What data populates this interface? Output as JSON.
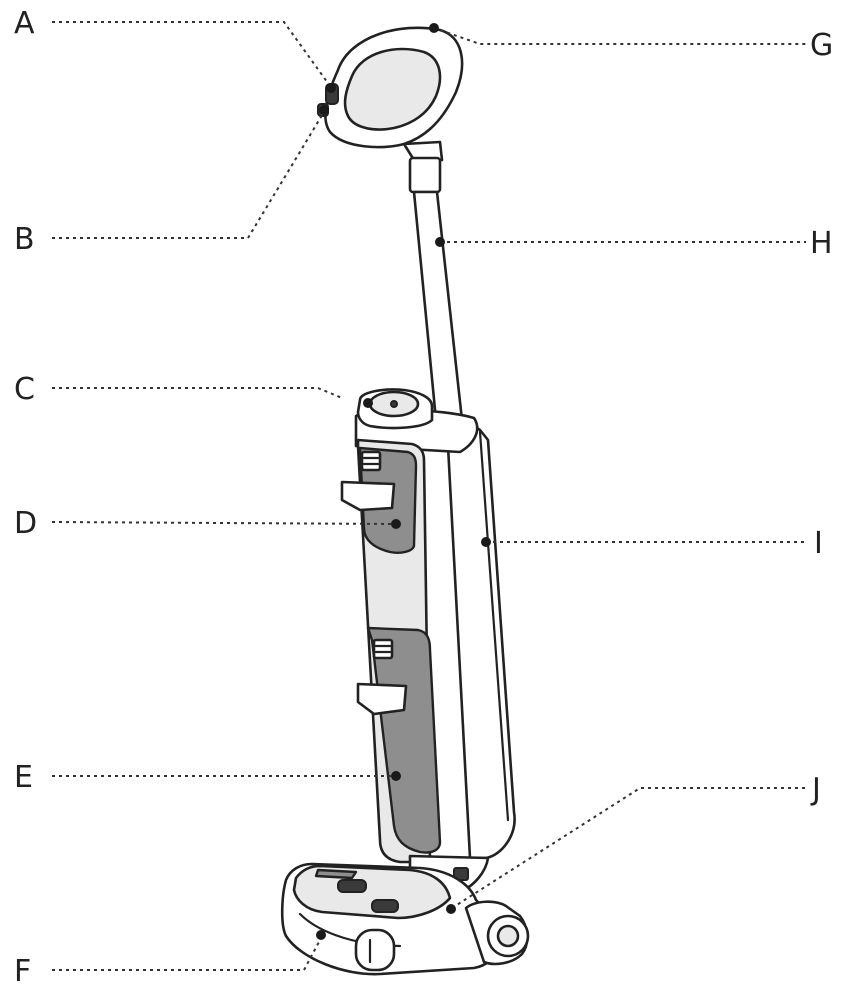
{
  "labels": {
    "a": "A",
    "b": "B",
    "c": "C",
    "d": "D",
    "e": "E",
    "f": "F",
    "g": "G",
    "h": "H",
    "i": "I",
    "j": "J"
  },
  "colors": {
    "line": "#222222",
    "housing_shade": "#8e8e8e",
    "panel_light": "#e9e9e9"
  }
}
